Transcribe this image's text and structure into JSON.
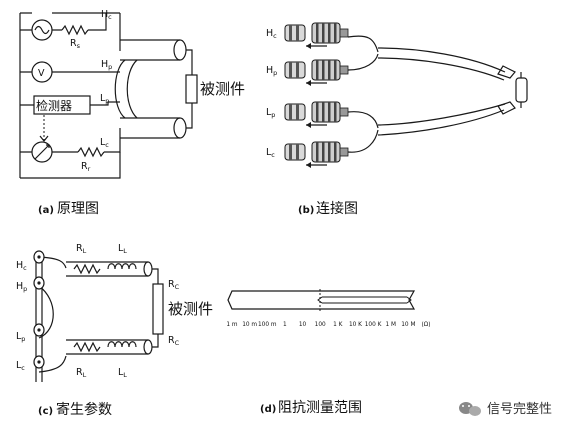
{
  "panel_a": {
    "tag": "(a)",
    "caption": "原理图",
    "hc": {
      "base": "H",
      "sub": "c"
    },
    "hp": {
      "base": "H",
      "sub": "p"
    },
    "lp": {
      "base": "L",
      "sub": "p"
    },
    "lc": {
      "base": "L",
      "sub": "c"
    },
    "rs": {
      "base": "R",
      "sub": "s"
    },
    "rr": {
      "base": "R",
      "sub": "r"
    },
    "detector_label": "检测器",
    "voltmeter_symbol": "V",
    "dut_label": "被测件"
  },
  "panel_b": {
    "tag": "(b)",
    "caption": "连接图",
    "hc": {
      "base": "H",
      "sub": "c"
    },
    "hp": {
      "base": "H",
      "sub": "p"
    },
    "lp": {
      "base": "L",
      "sub": "p"
    },
    "lc": {
      "base": "L",
      "sub": "c"
    }
  },
  "panel_c": {
    "tag": "(c)",
    "caption": "寄生参数",
    "hc": {
      "base": "H",
      "sub": "c"
    },
    "hp": {
      "base": "H",
      "sub": "p"
    },
    "lp": {
      "base": "L",
      "sub": "p"
    },
    "lc": {
      "base": "L",
      "sub": "c"
    },
    "rl_top": {
      "base": "R",
      "sub": "L"
    },
    "ll_top": {
      "base": "L",
      "sub": "L"
    },
    "rl_bot": {
      "base": "R",
      "sub": "L"
    },
    "ll_bot": {
      "base": "L",
      "sub": "L"
    },
    "rc_top": {
      "base": "R",
      "sub": "C"
    },
    "rc_bot": {
      "base": "R",
      "sub": "C"
    },
    "dut_label": "被测件"
  },
  "panel_d": {
    "tag": "(d)",
    "caption": "阻抗测量范围",
    "scale_labels": [
      "1 m",
      "10 m",
      "100 m",
      "1",
      "10",
      "100",
      "1 K",
      "10 K",
      "100 K",
      "1 M",
      "10 M",
      "(Ω)"
    ]
  },
  "watermark": {
    "text": "信号完整性",
    "icon": "wechat-icon"
  }
}
